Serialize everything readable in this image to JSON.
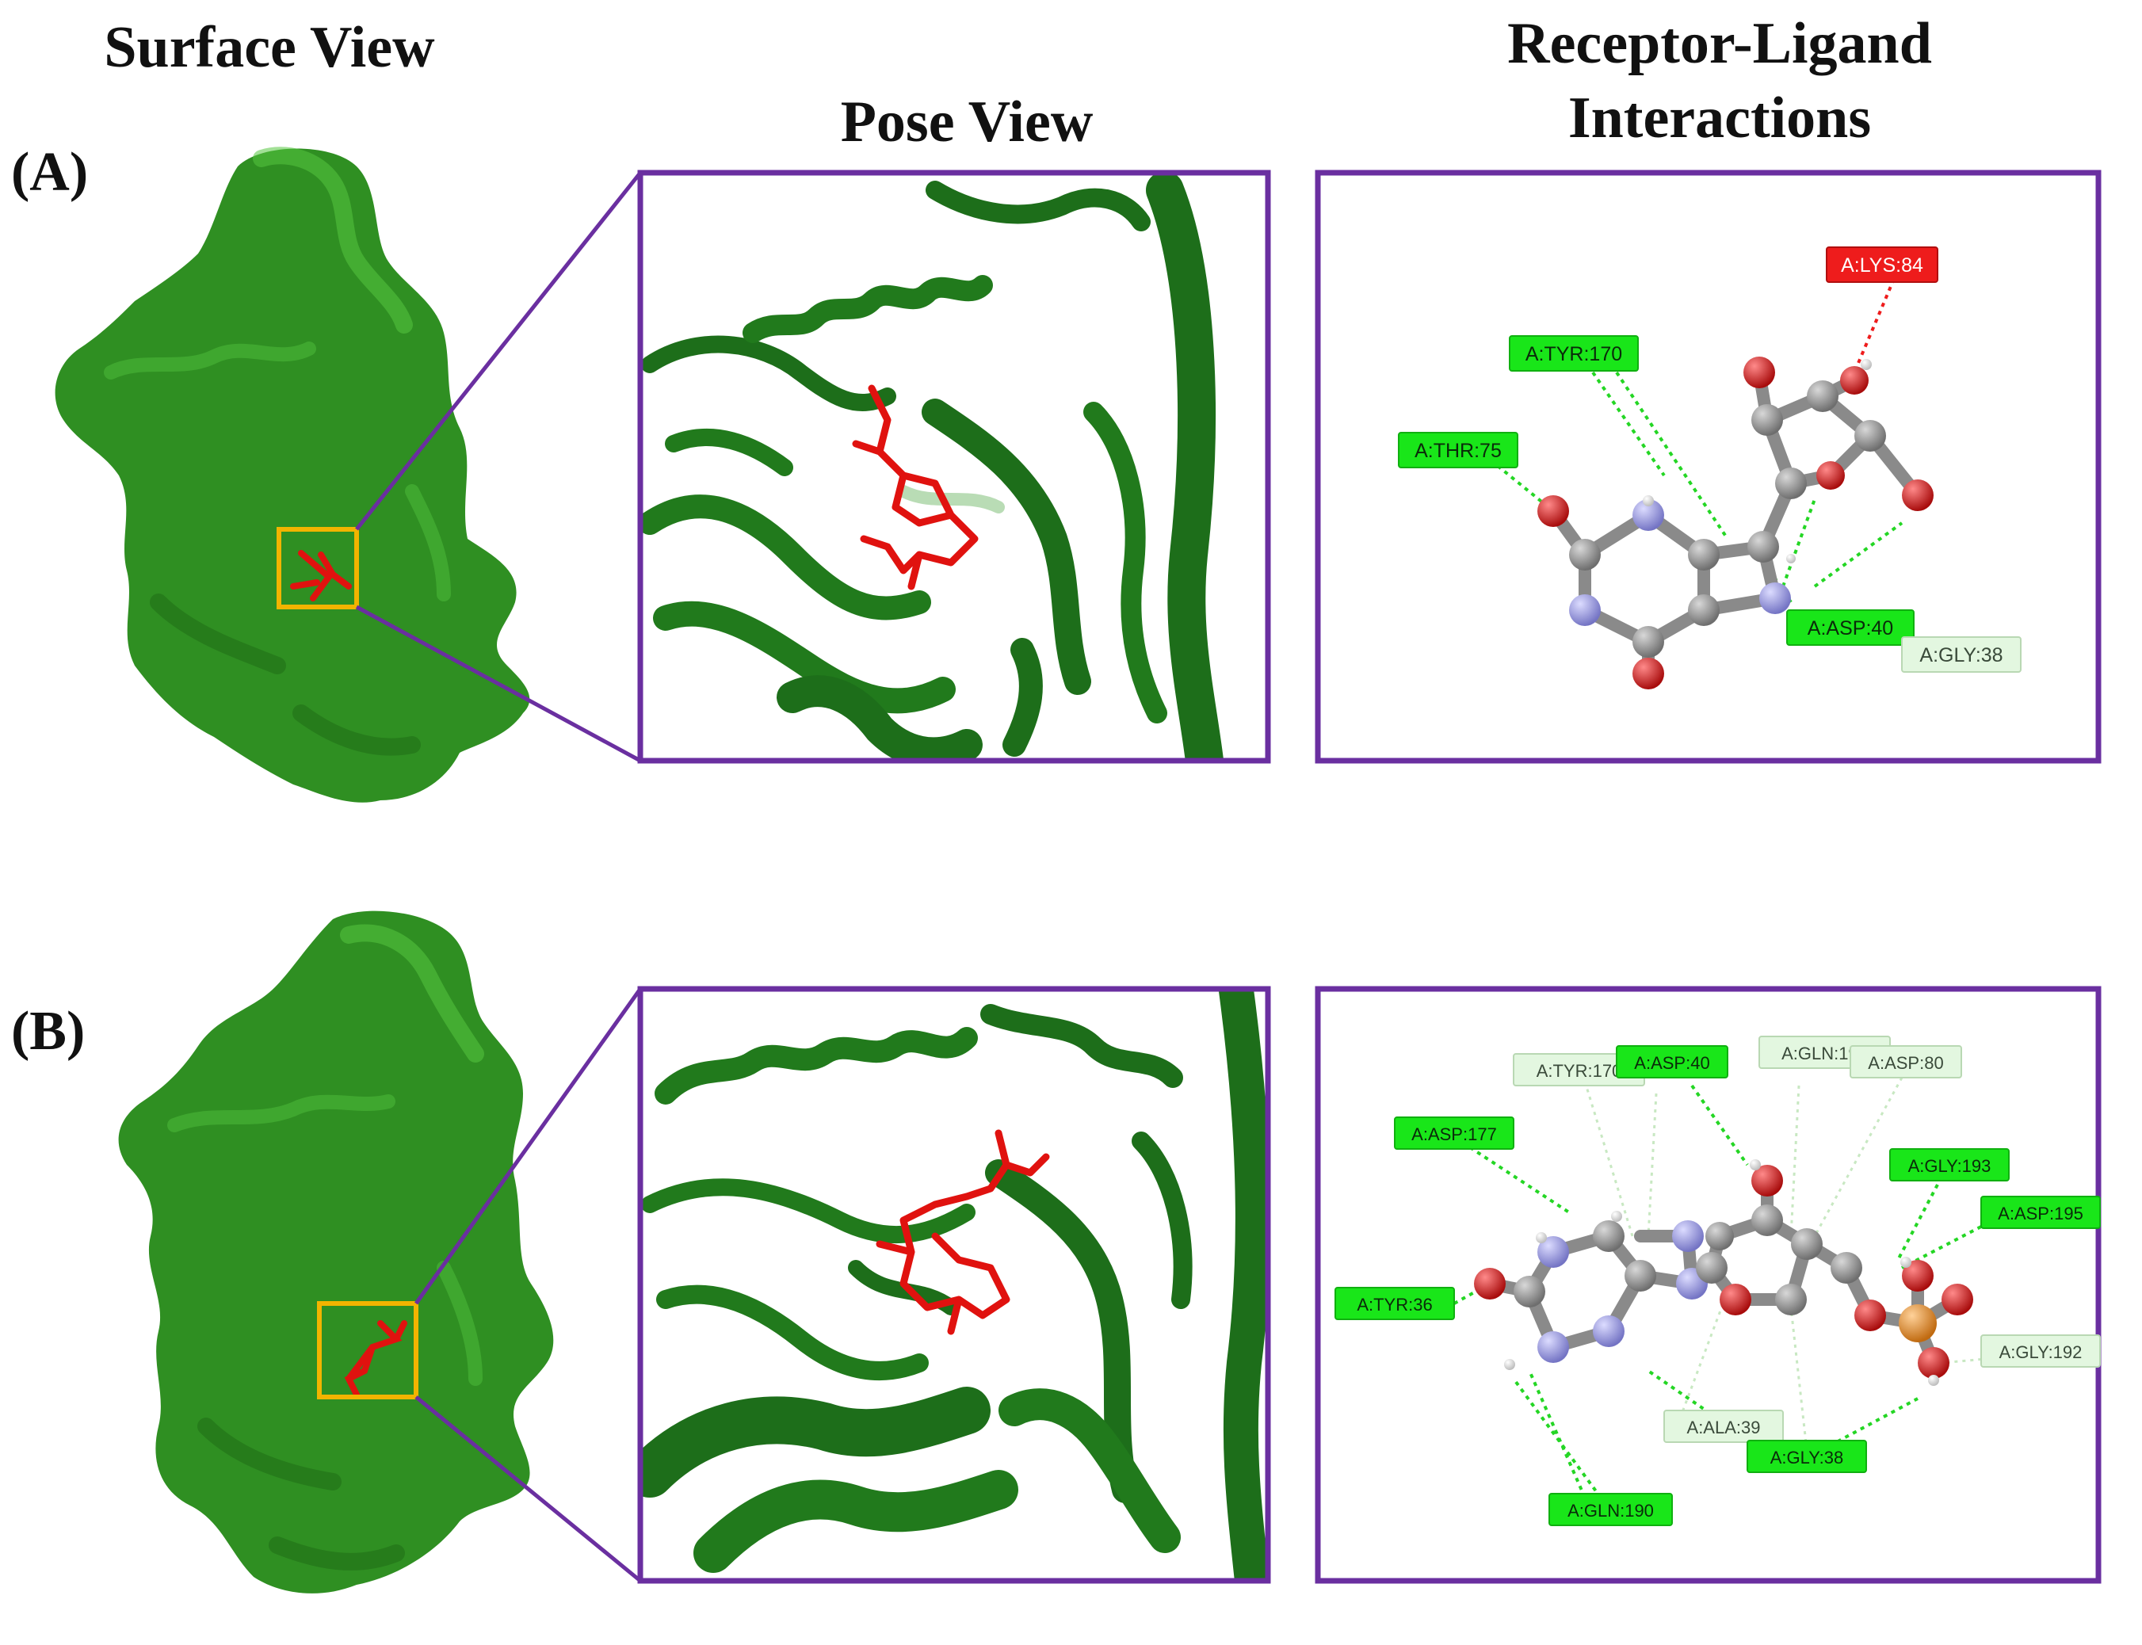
{
  "headers": {
    "surface": "Surface View",
    "pose": "Pose View",
    "interactions_line1": "Receptor-Ligand",
    "interactions_line2": "Interactions"
  },
  "panels": [
    {
      "label": "(A)",
      "residues": [
        {
          "text": "A:LYS:84",
          "type": "unfavorable"
        },
        {
          "text": "A:TYR:170",
          "type": "hbond"
        },
        {
          "text": "A:THR:75",
          "type": "hbond"
        },
        {
          "text": "A:ASP:40",
          "type": "hbond"
        },
        {
          "text": "A:GLY:38",
          "type": "vdw"
        }
      ]
    },
    {
      "label": "(B)",
      "residues": [
        {
          "text": "A:TYR:170",
          "type": "vdw"
        },
        {
          "text": "A:ASP:40",
          "type": "hbond"
        },
        {
          "text": "A:GLN:196",
          "type": "vdw"
        },
        {
          "text": "A:ASP:80",
          "type": "vdw"
        },
        {
          "text": "A:ASP:177",
          "type": "hbond"
        },
        {
          "text": "A:GLY:193",
          "type": "hbond"
        },
        {
          "text": "A:ASP:195",
          "type": "hbond"
        },
        {
          "text": "A:TYR:36",
          "type": "hbond"
        },
        {
          "text": "A:GLY:192",
          "type": "vdw"
        },
        {
          "text": "A:ALA:39",
          "type": "vdw"
        },
        {
          "text": "A:GLY:38",
          "type": "hbond"
        },
        {
          "text": "A:GLN:190",
          "type": "hbond"
        }
      ]
    }
  ],
  "colors": {
    "frame": "#6a2fa0",
    "highlight": "#f2b400",
    "protein": "#2e8b22",
    "ribbon": "#1d6e1a",
    "ligand": "#e0120f",
    "hbond": "#19e619",
    "vdw": "#e3f7e0",
    "unfavorable": "#ee1c1c",
    "carbon": "#8c8c8c",
    "nitrogen": "#9a9ae0",
    "oxygen": "#d81818",
    "phosphorus": "#e8962a"
  }
}
